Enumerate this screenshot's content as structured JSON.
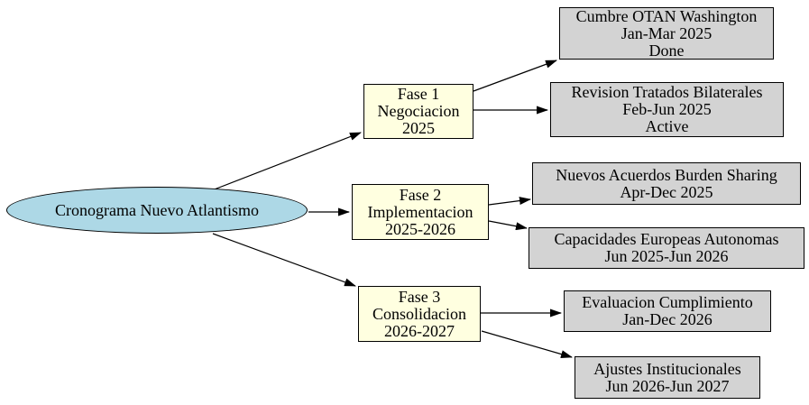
{
  "diagram": {
    "root": {
      "label": "Cronograma Nuevo Atlantismo"
    },
    "phases": [
      {
        "id": "phase-1",
        "lines": [
          "Fase 1",
          "Negociacion",
          "2025"
        ]
      },
      {
        "id": "phase-2",
        "lines": [
          "Fase 2",
          "Implementacion",
          "2025-2026"
        ]
      },
      {
        "id": "phase-3",
        "lines": [
          "Fase 3",
          "Consolidacion",
          "2026-2027"
        ]
      }
    ],
    "milestones": [
      {
        "id": "milestone-1",
        "lines": [
          "Cumbre OTAN Washington",
          "Jan-Mar 2025",
          "Done"
        ]
      },
      {
        "id": "milestone-2",
        "lines": [
          "Revision Tratados Bilaterales",
          "Feb-Jun 2025",
          "Active"
        ]
      },
      {
        "id": "milestone-3",
        "lines": [
          "Nuevos Acuerdos Burden Sharing",
          "Apr-Dec 2025"
        ]
      },
      {
        "id": "milestone-4",
        "lines": [
          "Capacidades Europeas Autonomas",
          "Jun 2025-Jun 2026"
        ]
      },
      {
        "id": "milestone-5",
        "lines": [
          "Evaluacion Cumplimiento",
          "Jan-Dec 2026"
        ]
      },
      {
        "id": "milestone-6",
        "lines": [
          "Ajustes Institucionales",
          "Jun 2026-Jun 2027"
        ]
      }
    ],
    "edges": [
      {
        "from": "root",
        "to": "phase-1"
      },
      {
        "from": "root",
        "to": "phase-2"
      },
      {
        "from": "root",
        "to": "phase-3"
      },
      {
        "from": "phase-1",
        "to": "milestone-1"
      },
      {
        "from": "phase-1",
        "to": "milestone-2"
      },
      {
        "from": "phase-2",
        "to": "milestone-3"
      },
      {
        "from": "phase-2",
        "to": "milestone-4"
      },
      {
        "from": "phase-3",
        "to": "milestone-5"
      },
      {
        "from": "phase-3",
        "to": "milestone-6"
      }
    ],
    "colors": {
      "root_fill": "#add8e6",
      "phase_fill": "#ffffe0",
      "milestone_fill": "#d3d3d3",
      "border": "#000000",
      "edge": "#000000",
      "background": "#ffffff"
    }
  }
}
